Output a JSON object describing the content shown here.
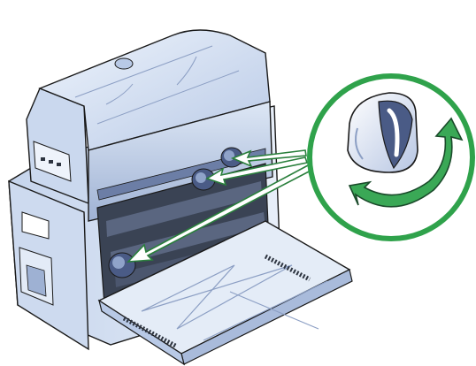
{
  "figure": {
    "subject": "card-printer-with-open-service-door",
    "knob_count": 3,
    "callout": "knob-rotation-detail",
    "rotation": "bidirectional",
    "colors": {
      "printer_body": "#d7e3f3",
      "printer_body_dark": "#aebfdc",
      "printer_shadow": "#8c9fc4",
      "outline": "#1a1a1a",
      "interior": "#2d3440",
      "knob": "#4a5b86",
      "callout_ring": "#2fa24b",
      "arrow_green": "#3aa856",
      "arrow_outline": "#1a4a2a",
      "pointer_fill": "#ffffff",
      "pointer_outline": "#2a7f3c"
    }
  }
}
